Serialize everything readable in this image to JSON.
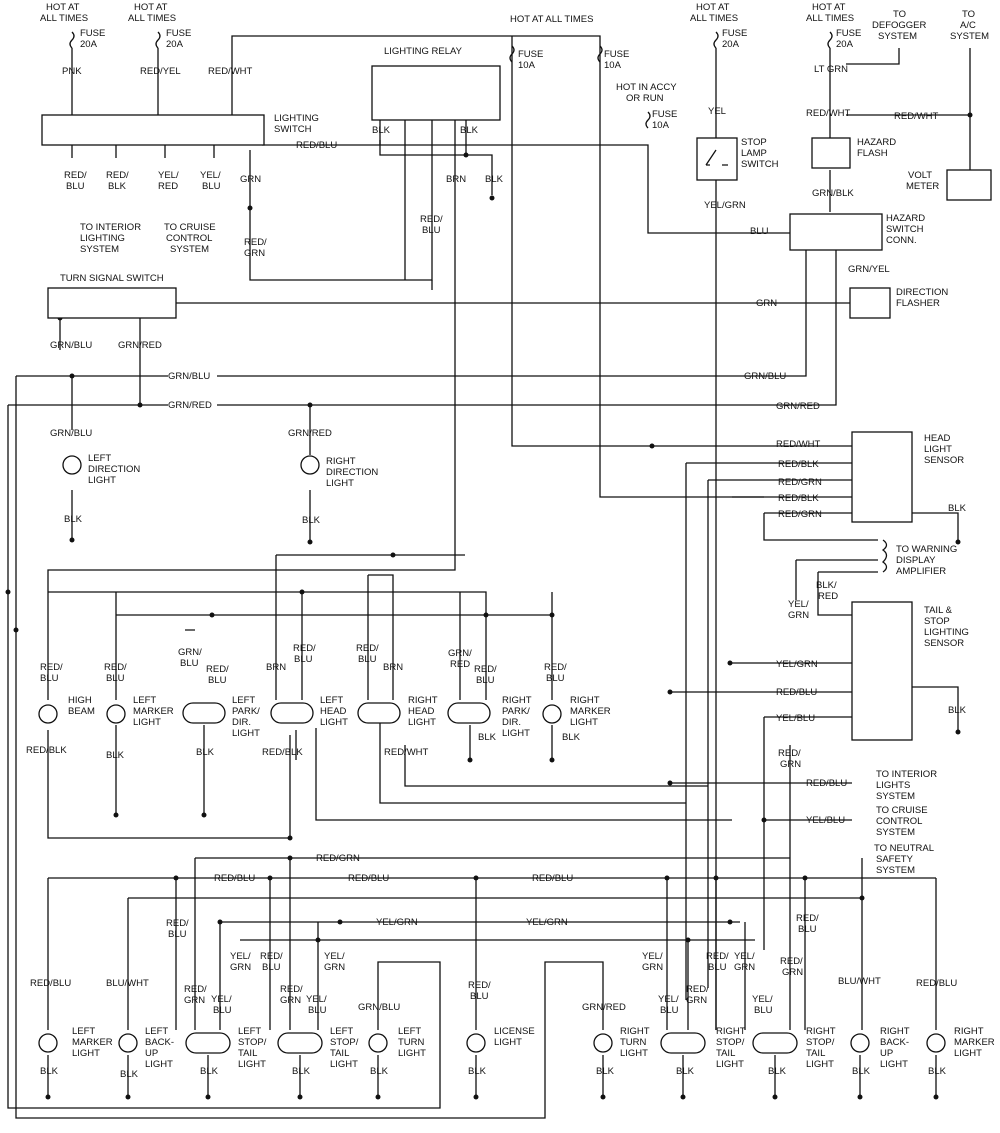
{
  "diagram": {
    "labels": {
      "hot1": "HOT AT",
      "hot1b": "ALL TIMES",
      "fuse1": "FUSE",
      "fuse1a": "20A",
      "pnk": "PNK",
      "hot2": "HOT AT",
      "hot2b": "ALL TIMES",
      "fuse2": "FUSE",
      "fuse2a": "20A",
      "redyel": "RED/YEL",
      "redwht_top": "RED/WHT",
      "hot_all": "HOT AT ALL TIMES",
      "lighting_relay": "LIGHTING RELAY",
      "fuse3": "FUSE",
      "fuse3a": "10A",
      "fuse4": "FUSE",
      "fuse4a": "10A",
      "hot3": "HOT AT",
      "hot3b": "ALL TIMES",
      "fuse5": "FUSE",
      "fuse5a": "20A",
      "hot4": "HOT AT",
      "hot4b": "ALL TIMES",
      "fuse6": "FUSE",
      "fuse6a": "20A",
      "to_defog": "TO",
      "to_defog2": "DEFOGGER",
      "to_defog3": "SYSTEM",
      "to_ac": "TO",
      "to_ac2": "A/C",
      "to_ac3": "SYSTEM",
      "hot_accy": "HOT IN ACCY",
      "hot_accy2": "OR RUN",
      "fuse7": "FUSE",
      "fuse7a": "10A",
      "yel": "YEL",
      "ltgrn": "LT GRN",
      "lighting_switch": "LIGHTING",
      "lighting_switch2": "SWITCH",
      "redblu_ls": "RED/BLU",
      "blk_r1": "BLK",
      "blk_r2": "BLK",
      "stop_lamp": "STOP",
      "stop_lamp2": "LAMP",
      "stop_lamp3": "SWITCH",
      "redwht_h1": "RED/WHT",
      "redwht_h2": "RED/WHT",
      "hazard_flash": "HAZARD",
      "hazard_flash2": "FLASH",
      "volt": "VOLT",
      "volt2": "METER",
      "red1": "RED/",
      "blu1": "BLU",
      "red2": "RED/",
      "blk2": "BLK",
      "yel3": "YEL/",
      "red3": "RED",
      "yel4": "YEL/",
      "blu4": "BLU",
      "grn_ls": "GRN",
      "brn_r": "BRN",
      "blk_r3": "BLK",
      "to_int": "TO INTERIOR",
      "to_int2": "LIGHTING",
      "to_int3": "SYSTEM",
      "to_cc": "TO CRUISE",
      "to_cc2": "CONTROL",
      "to_cc3": "SYSTEM",
      "redblu_r": "RED/",
      "redblu_r2": "BLU",
      "yelgrn_sl": "YEL/GRN",
      "grnblk": "GRN/BLK",
      "blu_hz": "BLU",
      "hazard_conn": "HAZARD",
      "hazard_conn2": "SWITCH",
      "hazard_conn3": "CONN.",
      "redgrn_ls": "RED/",
      "redgrn_ls2": "GRN",
      "grnyel": "GRN/YEL",
      "turn_sw": "TURN SIGNAL SWITCH",
      "grn_ts": "GRN",
      "dir_flasher": "DIRECTION",
      "dir_flasher2": "FLASHER",
      "grnblu_ts": "GRN/BLU",
      "grnred_ts": "GRN/RED",
      "grnblu_m": "GRN/BLU",
      "grnblu_r": "GRN/BLU",
      "grnred_m": "GRN/RED",
      "grnred_r": "GRN/RED",
      "grnblu_l": "GRN/BLU",
      "grnred_rd": "GRN/RED",
      "left_dir": "LEFT",
      "left_dir2": "DIRECTION",
      "left_dir3": "LIGHT",
      "right_dir": "RIGHT",
      "right_dir2": "DIRECTION",
      "right_dir3": "LIGHT",
      "blk_ld": "BLK",
      "blk_rd": "BLK",
      "redwht_hs": "RED/WHT",
      "redblk_hs": "RED/BLK",
      "redgrn_hs": "RED/GRN",
      "redblk_hs2": "RED/BLK",
      "redgrn_hs2": "RED/GRN",
      "head_sensor": "HEAD",
      "head_sensor2": "LIGHT",
      "head_sensor3": "SENSOR",
      "blk_hs": "BLK",
      "to_warn": "TO WARNING",
      "to_warn2": "DISPLAY",
      "to_warn3": "AMPLIFIER",
      "blkred": "BLK/",
      "blkred2": "RED",
      "yelgrn_ts": "YEL/",
      "yelgrn_ts2": "GRN",
      "tail_sensor": "TAIL &",
      "tail_sensor2": "STOP",
      "tail_sensor3": "LIGHTING",
      "tail_sensor4": "SENSOR",
      "yelgrn_t": "YEL/GRN",
      "redblu_t": "RED/BLU",
      "yelblu_t": "YEL/BLU",
      "blk_ts": "BLK",
      "redgrn_t": "RED/",
      "redgrn_t2": "GRN",
      "redblu_int": "RED/BLU",
      "to_int_l": "TO INTERIOR",
      "to_int_l2": "LIGHTS",
      "to_int_l3": "SYSTEM",
      "yelblu_cc": "YEL/BLU",
      "to_cc_r": "TO CRUISE",
      "to_cc_r2": "CONTROL",
      "to_cc_r3": "SYSTEM",
      "to_ns": "TO NEUTRAL",
      "to_ns2": "SAFETY",
      "to_ns3": "SYSTEM",
      "fl_redblu": "RED/",
      "fl_redblu2": "BLU",
      "fl_redblk": "RED/BLK",
      "high_beam": "HIGH",
      "high_beam2": "BEAM",
      "lm_red": "RED/",
      "lm_blu": "BLU",
      "left_marker": "LEFT",
      "left_marker2": "MARKER",
      "left_marker3": "LIGHT",
      "blk_lm": "BLK",
      "lp_grnblu": "GRN/",
      "lp_grnblu2": "BLU",
      "lp_redblu": "RED/",
      "lp_redblu2": "BLU",
      "left_park": "LEFT",
      "left_park2": "PARK/",
      "left_park3": "DIR.",
      "left_park4": "LIGHT",
      "blk_lp": "BLK",
      "lh_brn": "BRN",
      "lh_redblu": "RED/",
      "lh_redblu2": "BLU",
      "left_head": "LEFT",
      "left_head2": "HEAD",
      "left_head3": "LIGHT",
      "lh_redblk": "RED/BLK",
      "rh_redblu": "RED/",
      "rh_redblu2": "BLU",
      "rh_brn": "BRN",
      "right_head": "RIGHT",
      "right_head2": "HEAD",
      "right_head3": "LIGHT",
      "rh_redwht": "RED/WHT",
      "rp_grnred": "GRN/",
      "rp_grnred2": "RED",
      "rp_redblu": "RED/",
      "rp_redblu2": "BLU",
      "right_park": "RIGHT",
      "right_park2": "PARK/",
      "right_park3": "DIR.",
      "right_park4": "LIGHT",
      "blk_rp": "BLK",
      "rm_redblu": "RED/",
      "rm_redblu2": "BLU",
      "right_marker": "RIGHT",
      "right_marker2": "MARKER",
      "right_marker3": "LIGHT",
      "blk_rm": "BLK",
      "redgrn_bus": "RED/GRN",
      "redblu_bus1": "RED/BLU",
      "redblu_bus2": "RED/BLU",
      "redblu_bus3": "RED/BLU",
      "yelgrn_bus1": "YEL/GRN",
      "yelgrn_bus2": "YEL/GRN",
      "rl_redblu": "RED/",
      "rl_redblu2": "BLU",
      "rl_yelgrn": "YEL/",
      "rl_yelgrn2": "GRN",
      "rl_redblu3": "RED/",
      "rl_redblu4": "BLU",
      "rl_yelgrn3": "YEL/",
      "rl_yelgrn4": "GRN",
      "rr_yelgrn": "YEL/",
      "rr_yelgrn2": "GRN",
      "rr_redblu": "RED/",
      "rr_redblu2": "BLU",
      "rr_yelgrn3": "YEL/",
      "rr_yelgrn4": "GRN",
      "rr_redblu3": "RED/",
      "rr_redblu4": "BLU",
      "rr_redgrn": "RED/",
      "rr_redgrn2": "GRN",
      "lrm_redblu": "RED/BLU",
      "left_rmark": "LEFT",
      "left_rmark2": "MARKER",
      "left_rmark3": "LIGHT",
      "blk_lrm": "BLK",
      "lbu_bluwht": "BLU/WHT",
      "left_backup": "LEFT",
      "left_backup2": "BACK-",
      "left_backup3": "UP",
      "left_backup4": "LIGHT",
      "blk_lbu": "BLK",
      "lst_redgrn": "RED/",
      "lst_redgrn2": "GRN",
      "lst_yelblu": "YEL/",
      "lst_yelblu2": "BLU",
      "left_stop": "LEFT",
      "left_stop2": "STOP/",
      "left_stop3": "TAIL",
      "left_stop4": "LIGHT",
      "blk_lst": "BLK",
      "lst2_redgrn": "RED/",
      "lst2_redgrn2": "GRN",
      "lst2_yelblu": "YEL/",
      "lst2_yelblu2": "BLU",
      "left_stop_b": "LEFT",
      "left_stop_b2": "STOP/",
      "left_stop_b3": "TAIL",
      "left_stop_b4": "LIGHT",
      "blk_lst2": "BLK",
      "lt_grnblu": "GRN/BLU",
      "left_turn": "LEFT",
      "left_turn2": "TURN",
      "left_turn3": "LIGHT",
      "blk_lt": "BLK",
      "lic_redblu": "RED/",
      "lic_redblu2": "BLU",
      "license": "LICENSE",
      "license2": "LIGHT",
      "blk_lic": "BLK",
      "rt_grnred": "GRN/RED",
      "right_turn": "RIGHT",
      "right_turn2": "TURN",
      "right_turn3": "LIGHT",
      "blk_rt": "BLK",
      "rst_yelblu": "YEL/",
      "rst_yelblu2": "BLU",
      "rst_redgrn": "RED/",
      "rst_redgrn2": "GRN",
      "right_stop": "RIGHT",
      "right_stop2": "STOP/",
      "right_stop3": "TAIL",
      "right_stop4": "LIGHT",
      "blk_rst": "BLK",
      "rst2_yelblu": "YEL/",
      "rst2_yelblu2": "BLU",
      "right_stop_b": "RIGHT",
      "right_stop_b2": "STOP/",
      "right_stop_b3": "TAIL",
      "right_stop_b4": "LIGHT",
      "blk_rst2": "BLK",
      "rbu_bluwht": "BLU/WHT",
      "right_backup": "RIGHT",
      "right_backup2": "BACK-",
      "right_backup3": "UP",
      "right_backup4": "LIGHT",
      "blk_rbu": "BLK",
      "rrm_redblu": "RED/BLU",
      "right_rmark": "RIGHT",
      "right_rmark2": "MARKER",
      "right_rmark3": "LIGHT",
      "blk_rrm": "BLK"
    }
  }
}
